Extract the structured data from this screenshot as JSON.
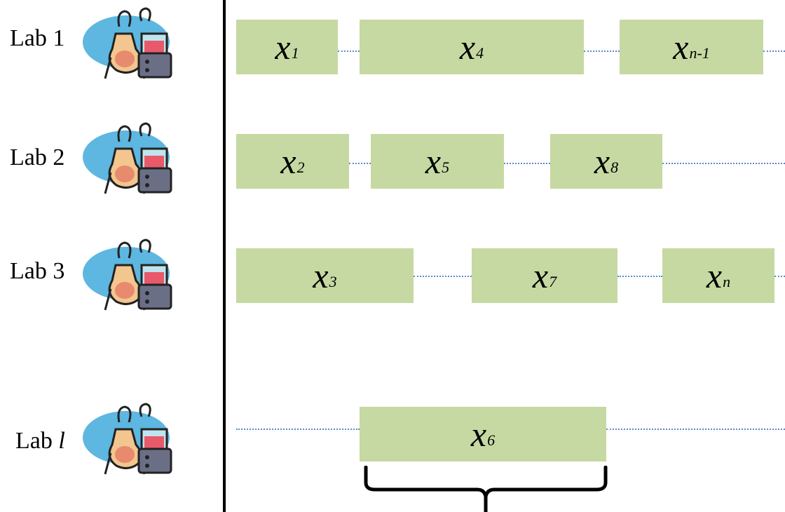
{
  "labs": [
    {
      "prefix": "Lab ",
      "suffix": "1",
      "suffix_italic": false
    },
    {
      "prefix": "Lab ",
      "suffix": "2",
      "suffix_italic": false
    },
    {
      "prefix": "Lab ",
      "suffix": "3",
      "suffix_italic": false
    },
    {
      "prefix": "Lab ",
      "suffix": "l",
      "suffix_italic": true
    }
  ],
  "icon": {
    "name": "chemistry-flask-clipart-icon"
  },
  "tasks": [
    {
      "var": "x",
      "sub": "1"
    },
    {
      "var": "x",
      "sub": "4"
    },
    {
      "var": "x",
      "sub": "n-1"
    },
    {
      "var": "x",
      "sub": "2"
    },
    {
      "var": "x",
      "sub": "5"
    },
    {
      "var": "x",
      "sub": "8"
    },
    {
      "var": "x",
      "sub": "3"
    },
    {
      "var": "x",
      "sub": "7"
    },
    {
      "var": "x",
      "sub": "n"
    },
    {
      "var": "x",
      "sub": "6"
    }
  ],
  "colors": {
    "task_fill": "#c6d9a2",
    "timeline": "#5b8bc4",
    "divider": "#000000"
  }
}
